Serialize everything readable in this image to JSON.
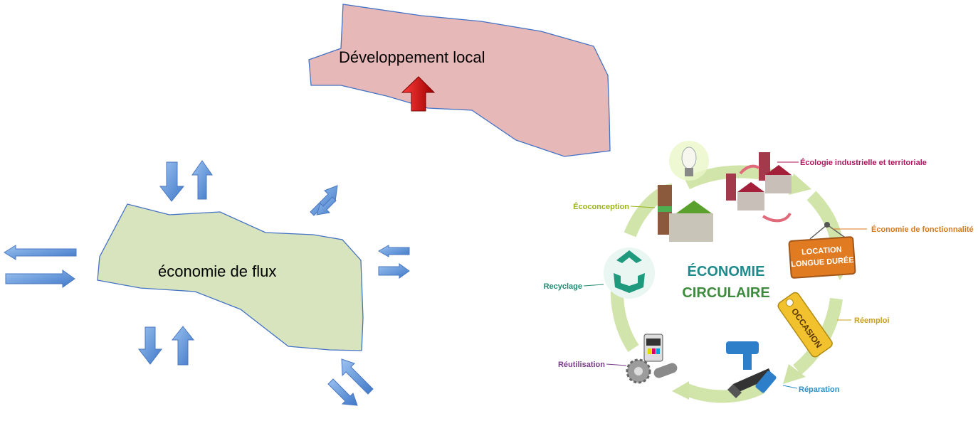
{
  "left_diagram": {
    "region_top_label": "Développement local",
    "region_flux_label": "économie de flux"
  },
  "circular_economy": {
    "center_title_line1": "ÉCONOMIE",
    "center_title_line2": "CIRCULAIRE",
    "location_sign_line1": "LOCATION",
    "location_sign_line2": "LONGUE DURÉE",
    "occasion_tag": "OCCASION",
    "stages": [
      {
        "label": "Écologie industrielle et territoriale",
        "color": "#b0155e"
      },
      {
        "label": "Économie de fonctionnalité",
        "color": "#d77a1d"
      },
      {
        "label": "Réemploi",
        "color": "#c9a21a"
      },
      {
        "label": "Réparation",
        "color": "#2a8fc9"
      },
      {
        "label": "Réutilisation",
        "color": "#7b3b8c"
      },
      {
        "label": "Recyclage",
        "color": "#1f8a72"
      },
      {
        "label": "Écoconception",
        "color": "#9bb31d"
      }
    ]
  },
  "colors": {
    "region_top_fill": "#e6b8b7",
    "region_flux_fill": "#d7e4bd",
    "region_stroke": "#4472c4",
    "flow_arrow": "#5b8fd6",
    "growth_arrow": "#c00000",
    "cycle_arrow": "#cfe3a6"
  }
}
